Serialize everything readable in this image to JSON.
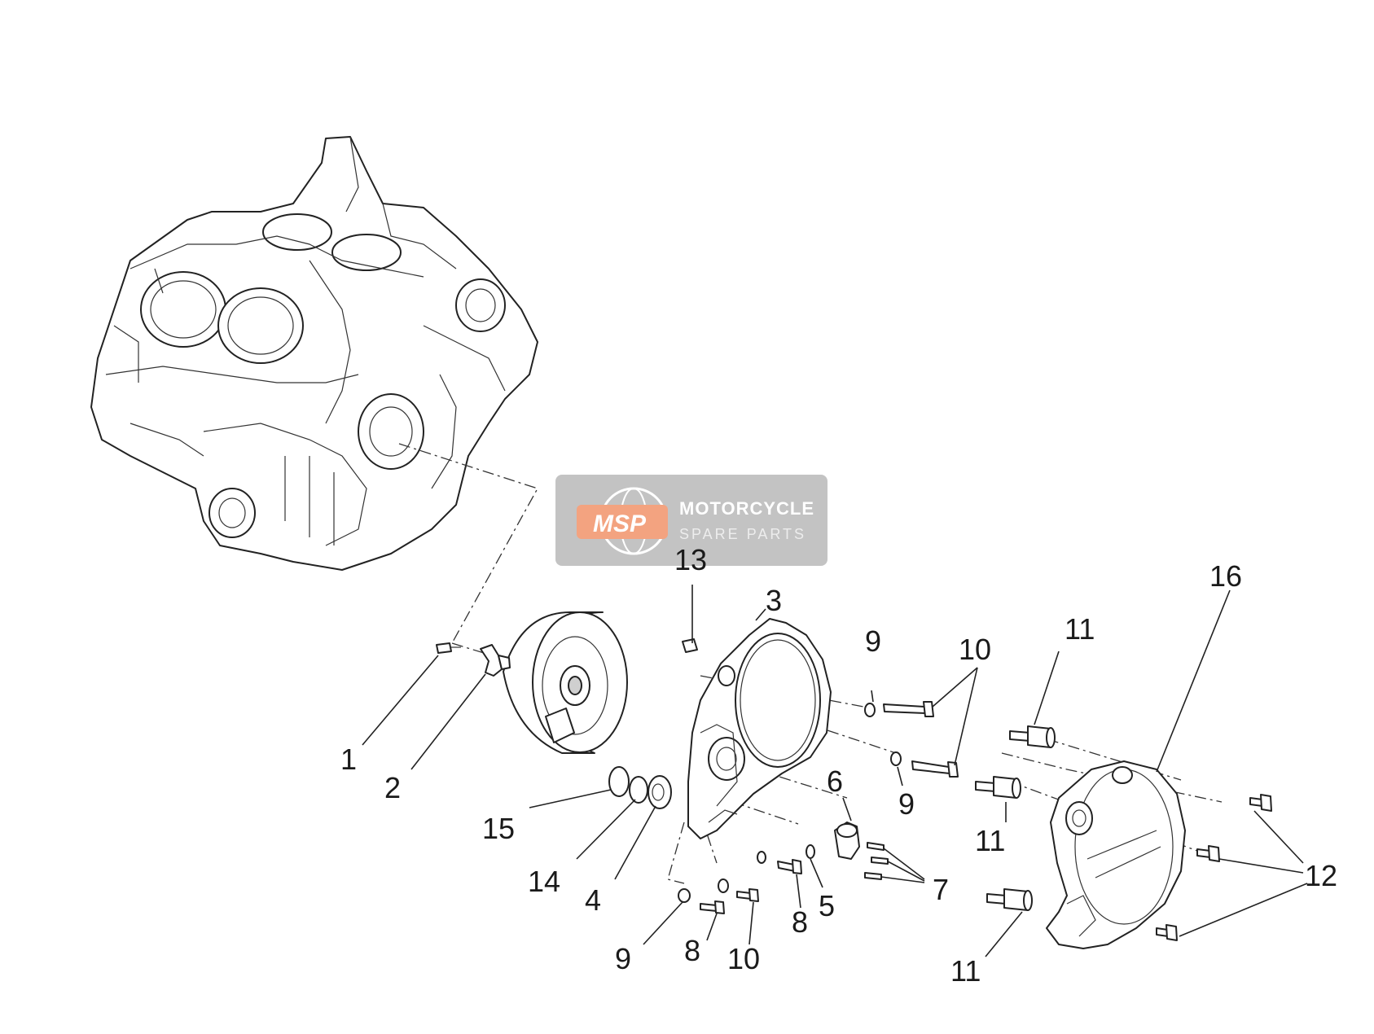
{
  "watermark": {
    "logo_text": "MSP",
    "line1": "MOTORCYCLE",
    "line2": "SPARE PARTS",
    "accent_color": "#f08a5d",
    "panel_color": "#b3b3b3"
  },
  "callouts": [
    {
      "id": "c1",
      "label": "1"
    },
    {
      "id": "c2",
      "label": "2"
    },
    {
      "id": "c3",
      "label": "3"
    },
    {
      "id": "c4",
      "label": "4"
    },
    {
      "id": "c5",
      "label": "5"
    },
    {
      "id": "c6",
      "label": "6"
    },
    {
      "id": "c7",
      "label": "7"
    },
    {
      "id": "c8a",
      "label": "8"
    },
    {
      "id": "c8b",
      "label": "8"
    },
    {
      "id": "c9a",
      "label": "9"
    },
    {
      "id": "c9b",
      "label": "9"
    },
    {
      "id": "c9c",
      "label": "9"
    },
    {
      "id": "c10a",
      "label": "10"
    },
    {
      "id": "c10b",
      "label": "10"
    },
    {
      "id": "c11a",
      "label": "11"
    },
    {
      "id": "c11b",
      "label": "11"
    },
    {
      "id": "c11c",
      "label": "11"
    },
    {
      "id": "c12",
      "label": "12"
    },
    {
      "id": "c13",
      "label": "13"
    },
    {
      "id": "c14",
      "label": "14"
    },
    {
      "id": "c15",
      "label": "15"
    },
    {
      "id": "c16",
      "label": "16"
    }
  ]
}
